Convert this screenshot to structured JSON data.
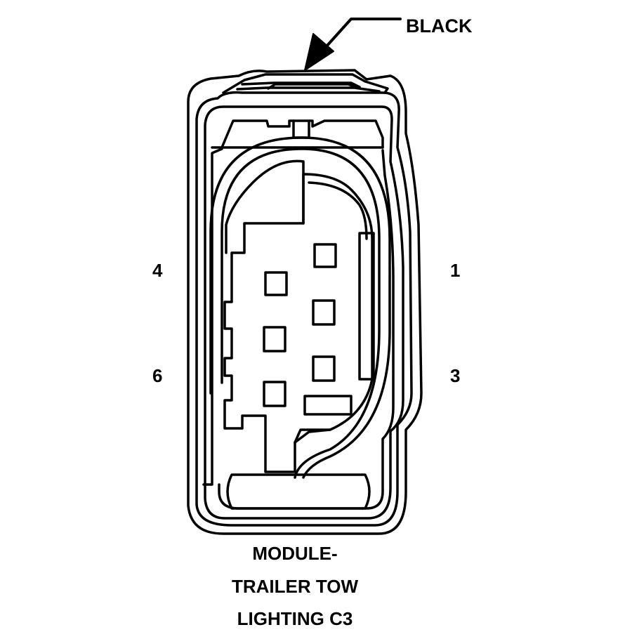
{
  "callout": {
    "label": "BLACK"
  },
  "pins": {
    "p4": "4",
    "p1": "1",
    "p6": "6",
    "p3": "3"
  },
  "title": {
    "line1": "MODULE-",
    "line2": "TRAILER TOW",
    "line3": "LIGHTING C3"
  },
  "colors": {
    "stroke": "#000000",
    "background": "#ffffff"
  }
}
